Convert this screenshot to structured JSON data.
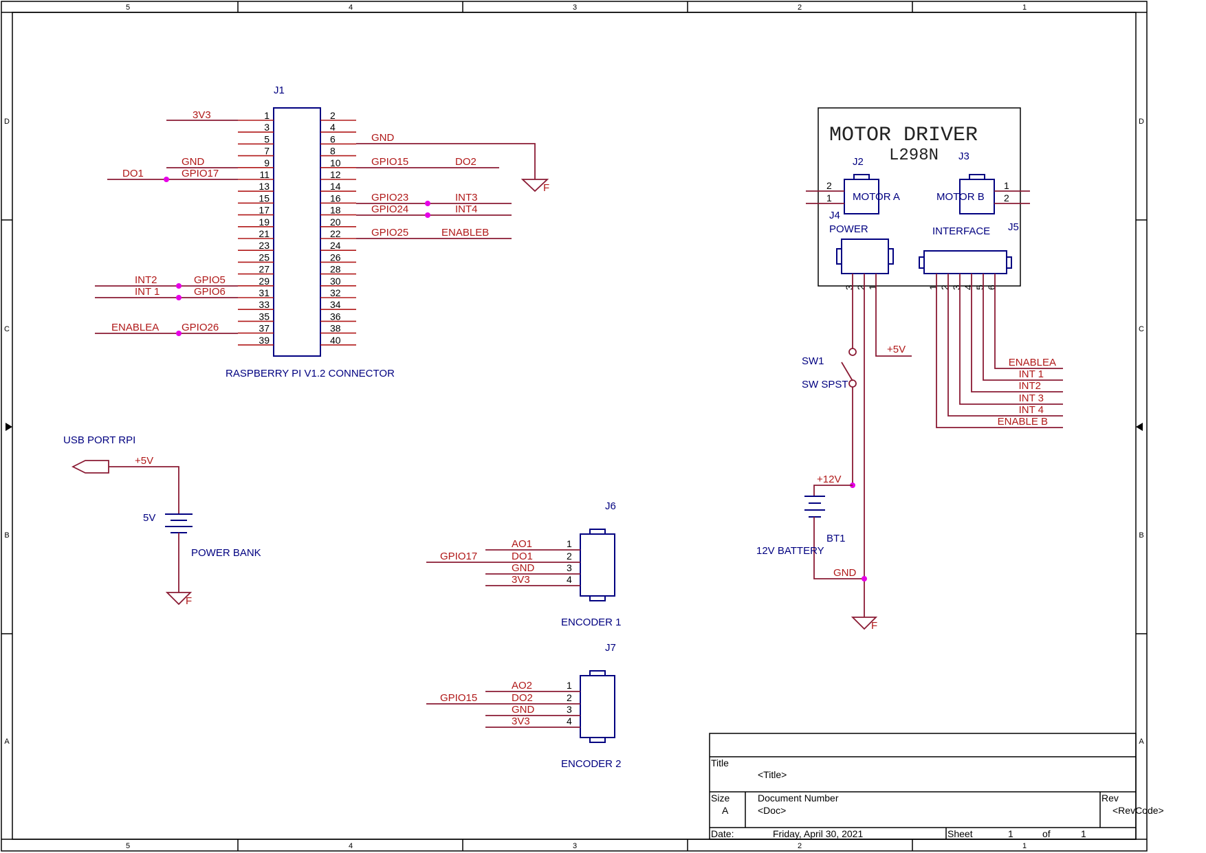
{
  "frame": {
    "columns": [
      "5",
      "4",
      "3",
      "2",
      "1"
    ],
    "rows": [
      "D",
      "C",
      "B",
      "A"
    ]
  },
  "j1": {
    "ref": "J1",
    "description": "RASPBERRY PI V1.2 CONNECTOR",
    "left_pins": [
      "1",
      "3",
      "5",
      "7",
      "9",
      "11",
      "13",
      "15",
      "17",
      "19",
      "21",
      "23",
      "25",
      "27",
      "29",
      "31",
      "33",
      "35",
      "37",
      "39"
    ],
    "right_pins": [
      "2",
      "4",
      "6",
      "8",
      "10",
      "12",
      "14",
      "16",
      "18",
      "20",
      "22",
      "24",
      "26",
      "28",
      "30",
      "32",
      "34",
      "36",
      "38",
      "40"
    ],
    "nets": {
      "v3": "3V3",
      "gnd9": "GND",
      "gpio17": "GPIO17",
      "do1": "DO1",
      "gnd6": "GND",
      "gpio15": "GPIO15",
      "do2": "DO2",
      "gpio23": "GPIO23",
      "int3": "INT3",
      "gpio24": "GPIO24",
      "int4": "INT4",
      "gpio25": "GPIO25",
      "enableb": "ENABLEB",
      "int2": "INT2",
      "gpio5": "GPIO5",
      "int1": "INT 1",
      "gpio6": "GPIO6",
      "enablea": "ENABLEA",
      "gpio26": "GPIO26"
    }
  },
  "usb": {
    "label": "USB PORT RPI",
    "net": "+5V",
    "battery_value": "5V",
    "battery_desc": "POWER BANK"
  },
  "j6": {
    "ref": "J6",
    "description": "ENCODER 1",
    "gpio": "GPIO17",
    "nets": [
      "AO1",
      "DO1",
      "GND",
      "3V3"
    ],
    "pins": [
      "1",
      "2",
      "3",
      "4"
    ]
  },
  "j7": {
    "ref": "J7",
    "description": "ENCODER 2",
    "gpio": "GPIO15",
    "nets": [
      "AO2",
      "DO2",
      "GND",
      "3V3"
    ],
    "pins": [
      "1",
      "2",
      "3",
      "4"
    ]
  },
  "motor_driver": {
    "title": "MOTOR DRIVER",
    "subtitle": "L298N",
    "j2": {
      "ref": "J2",
      "label": "MOTOR A",
      "pins": [
        "2",
        "1"
      ]
    },
    "j3": {
      "ref": "J3",
      "label": "MOTOR B",
      "pins": [
        "1",
        "2"
      ]
    },
    "j4": {
      "ref": "J4",
      "label": "POWER",
      "pins": [
        "3",
        "2",
        "1"
      ]
    },
    "j5": {
      "ref": "J5",
      "label": "INTERFACE",
      "pins": [
        "1",
        "2",
        "3",
        "4",
        "5",
        "6"
      ]
    },
    "v5_net": "+5V",
    "interface_nets": [
      "ENABLEA",
      "INT 1",
      "INT2",
      "INT 3",
      "INT 4",
      "ENABLE B"
    ]
  },
  "switch": {
    "ref": "SW1",
    "description": "SW SPST"
  },
  "battery12": {
    "ref": "BT1",
    "description": "12V BATTERY",
    "net": "+12V",
    "gnd": "GND"
  },
  "title_block": {
    "title_label": "Title",
    "title_value": "<Title>",
    "size_label": "Size",
    "size_value": "A",
    "docnum_label": "Document Number",
    "docnum_value": "<Doc>",
    "rev_label": "Rev",
    "rev_value": "<RevCode>",
    "date_label": "Date:",
    "date_value": "Friday, April 30, 2021",
    "sheet_label": "Sheet",
    "sheet_num": "1",
    "of_label": "of",
    "sheet_total": "1"
  }
}
